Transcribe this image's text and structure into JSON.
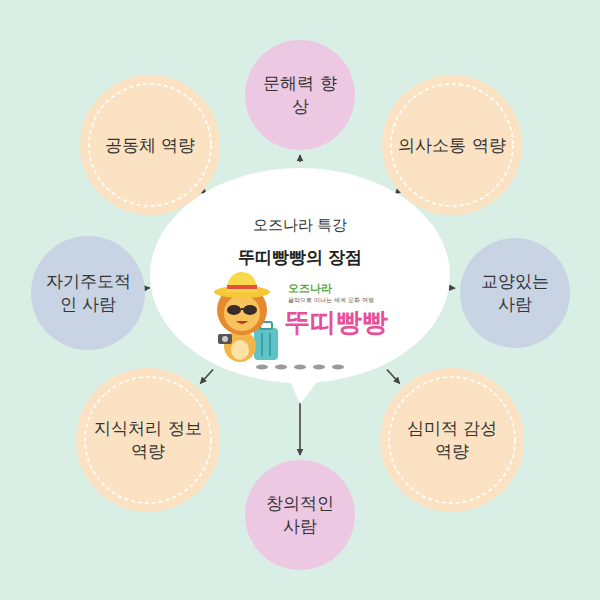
{
  "diagram": {
    "nodes": [
      {
        "text": [
          "공동체 역량"
        ]
      },
      {
        "text": [
          "문해력 향상"
        ]
      },
      {
        "text": [
          "의사소통 역량"
        ]
      },
      {
        "text": [
          "자기주도적인 사람"
        ]
      },
      {
        "text": [
          "오즈나라 특강",
          "뚜띠빵빵의 장점"
        ]
      },
      {
        "text": [
          "교양있는 사람"
        ]
      },
      {
        "text": [
          "지식처리 정보 역량"
        ]
      },
      {
        "text": [
          "심미적 감성 역량"
        ]
      },
      {
        "text": [
          "창의적인 사람"
        ]
      }
    ],
    "edges": [
      {
        "from": 4,
        "to": 0,
        "arrow": "to"
      },
      {
        "from": 4,
        "to": 1,
        "arrow": "to"
      },
      {
        "from": 4,
        "to": 2,
        "arrow": "to"
      },
      {
        "from": 4,
        "to": 3,
        "arrow": "to"
      },
      {
        "from": 4,
        "to": 5,
        "arrow": "to"
      },
      {
        "from": 4,
        "to": 6,
        "arrow": "to"
      },
      {
        "from": 4,
        "to": 7,
        "arrow": "to"
      },
      {
        "from": 4,
        "to": 8,
        "arrow": "to"
      }
    ],
    "labels": [
      "오즈나라",
      "음악으로 떠나는 세계 문화 여행",
      "뚜띠빵빵"
    ]
  }
}
